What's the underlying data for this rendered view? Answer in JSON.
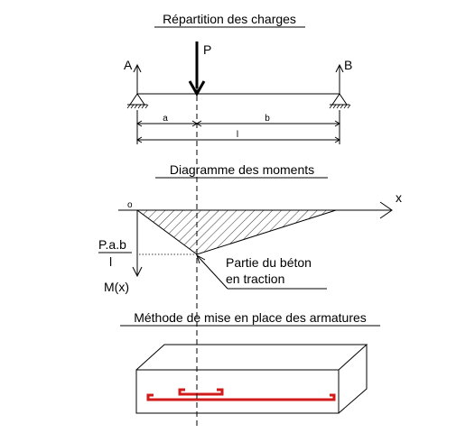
{
  "titles": {
    "load_distribution": "Répartition des charges",
    "moment_diagram": "Diagramme des moments",
    "rebar_method": "Méthode de mise en place des armatures"
  },
  "beam": {
    "load_label": "P",
    "support_left_label": "A",
    "support_right_label": "B",
    "dim_a_label": "a",
    "dim_b_label": "b",
    "dim_l_label": "l"
  },
  "moment": {
    "origin_label": "o",
    "x_axis_label": "x",
    "y_axis_label": "M(x)",
    "max_numerator": "P.a.b",
    "max_denominator": "l",
    "annotation_line1": "Partie du béton",
    "annotation_line2": "en traction"
  },
  "colors": {
    "ink": "#000000",
    "rebar": "#d11a1a",
    "background": "#ffffff"
  }
}
